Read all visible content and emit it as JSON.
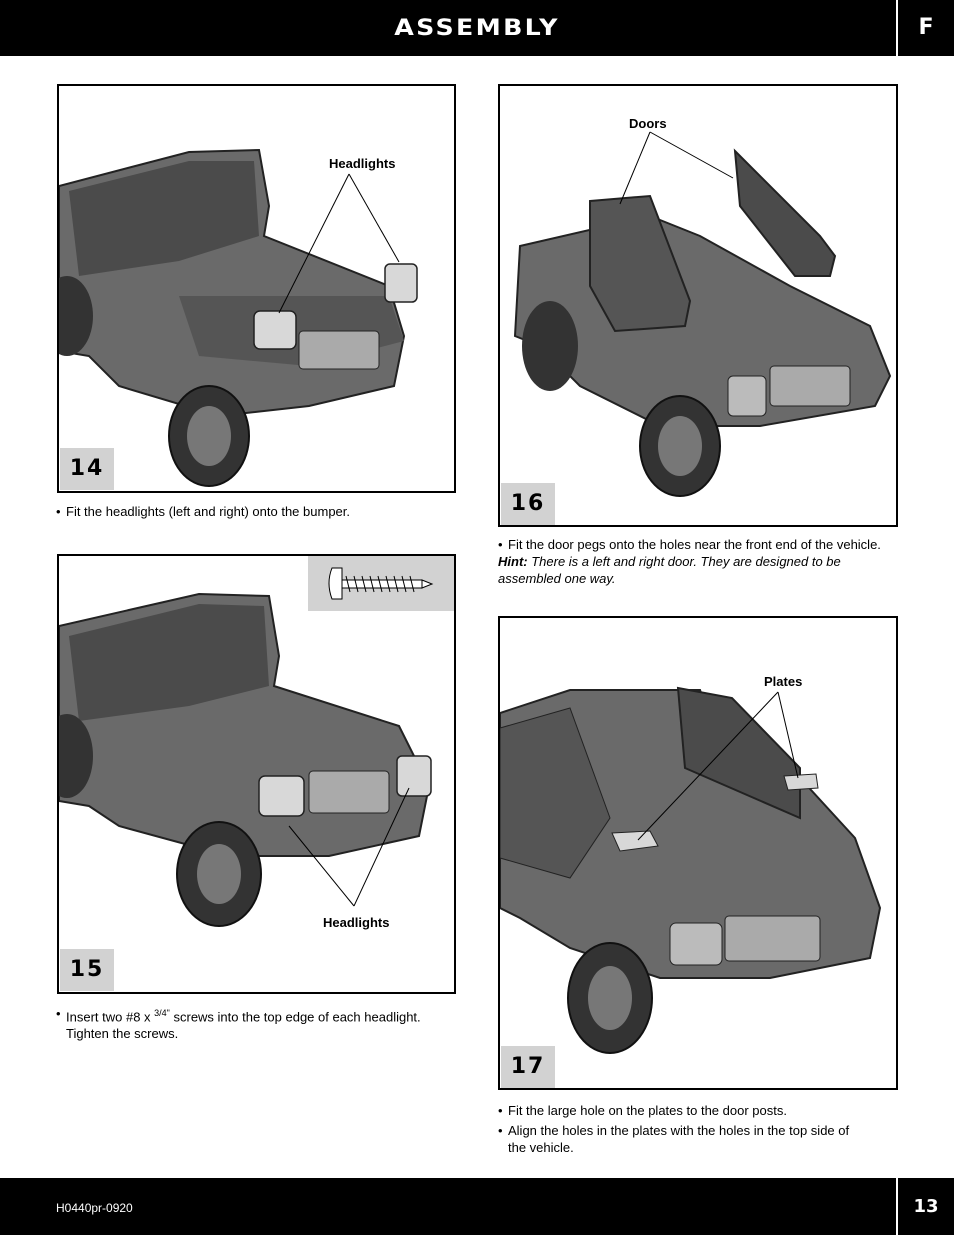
{
  "header": {
    "title": "ASSEMBLY",
    "section_tab": "F"
  },
  "footer": {
    "code": "H0440pr-0920",
    "page_number": "13"
  },
  "steps": {
    "s14": {
      "number": "14",
      "callout": "Headlights",
      "text": "Fit the headlights (left and right) onto the bumper."
    },
    "s15": {
      "number": "15",
      "callout": "Headlights",
      "text_a": "Insert two #8 x ",
      "fraction": "3/4",
      "inch": "\"",
      "text_b": " screws into the top edge of each headlight.",
      "text_c": "Tighten the screws."
    },
    "s16": {
      "number": "16",
      "callout": "Doors",
      "text": "Fit the door pegs onto the holes near the front end of the vehicle.",
      "hint_label": "Hint:",
      "hint_text": " There is a left and right door. They are designed to be assembled one way."
    },
    "s17": {
      "number": "17",
      "callout": "Plates",
      "text_a": "Fit the large hole on the plates to the door posts.",
      "text_b": "Align the holes in the plates with the holes in the top side of the vehicle."
    }
  }
}
